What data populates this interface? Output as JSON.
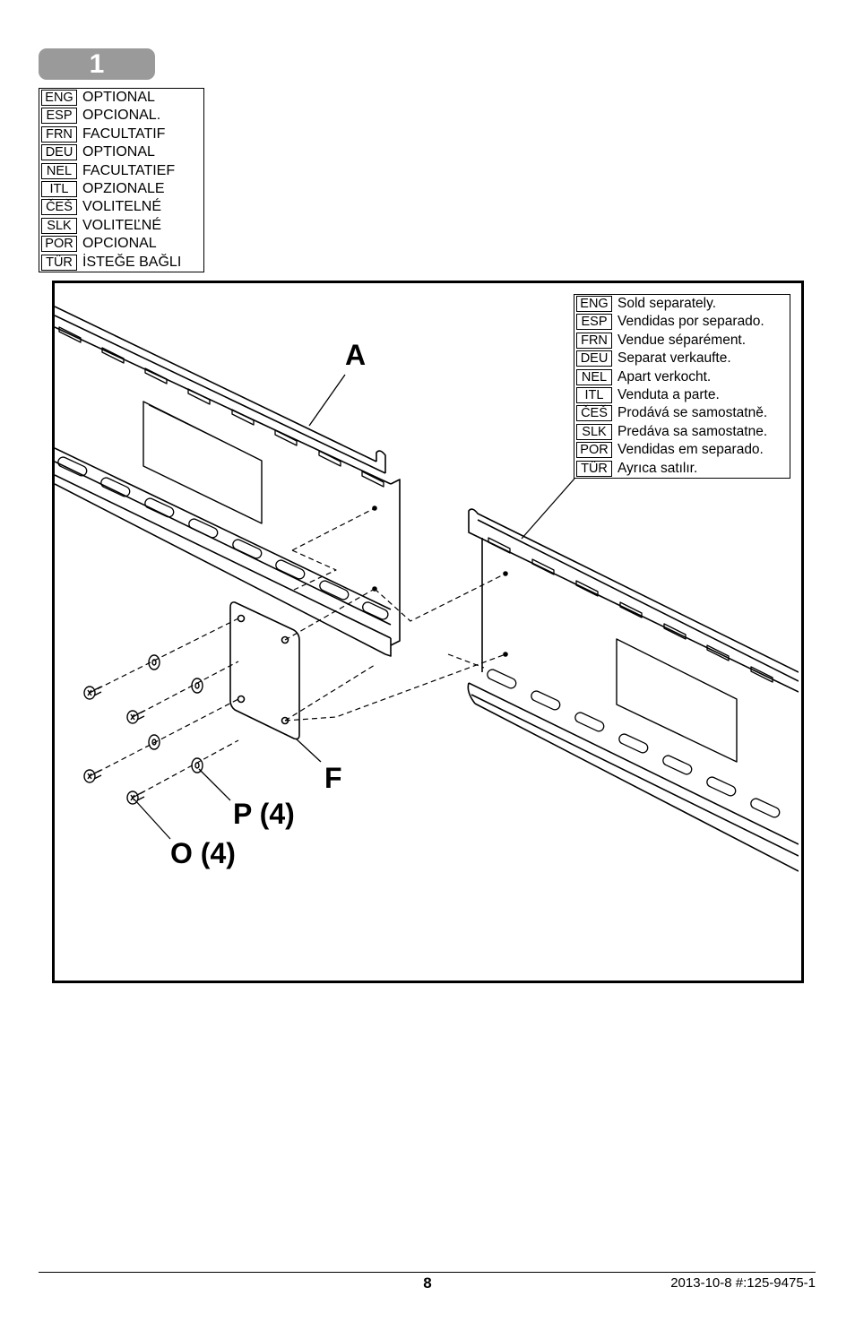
{
  "step": {
    "number": "1"
  },
  "optional_table": {
    "rows": [
      {
        "code": "ENG",
        "text": "OPTIONAL"
      },
      {
        "code": "ESP",
        "text": "OPCIONAL."
      },
      {
        "code": "FRN",
        "text": "FACULTATIF"
      },
      {
        "code": "DEU",
        "text": "OPTIONAL"
      },
      {
        "code": "NEL",
        "text": "FACULTATIEF"
      },
      {
        "code": "ITL",
        "text": "OPZIONALE"
      },
      {
        "code": "ČEŠ",
        "text": "VOLITELNÉ"
      },
      {
        "code": "SLK",
        "text": "VOLITEĽNÉ"
      },
      {
        "code": "POR",
        "text": "OPCIONAL"
      },
      {
        "code": "TÜR",
        "text": "İSTEĞE BAĞLI"
      }
    ]
  },
  "separately_table": {
    "rows": [
      {
        "code": "ENG",
        "text": "Sold separately."
      },
      {
        "code": "ESP",
        "text": "Vendidas por separado."
      },
      {
        "code": "FRN",
        "text": "Vendue séparément."
      },
      {
        "code": "DEU",
        "text": "Separat verkaufte."
      },
      {
        "code": "NEL",
        "text": "Apart verkocht."
      },
      {
        "code": "ITL",
        "text": "Venduta a parte."
      },
      {
        "code": "ČEŠ",
        "text": "Prodává se samostatně."
      },
      {
        "code": "SLK",
        "text": "Predáva sa samostatne."
      },
      {
        "code": "POR",
        "text": "Vendidas em separado."
      },
      {
        "code": "TÜR",
        "text": "Ayrıca satılır."
      }
    ]
  },
  "callouts": {
    "a": "A",
    "f": "F",
    "p": "P (4)",
    "o": "O (4)"
  },
  "footer": {
    "page": "8",
    "doc": "2013-10-8  #:125-9475-1"
  }
}
